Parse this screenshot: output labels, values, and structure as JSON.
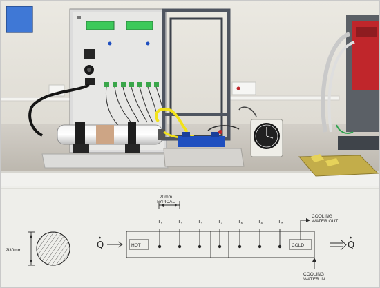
{
  "diagram": {
    "diameter_label": "Ø30mm",
    "spacing_label_top": "20mm",
    "spacing_label_bottom": "TYPICAL",
    "heat_in_symbol": "Q",
    "heat_out_symbol": "Q",
    "hot_label": "HOT",
    "cold_label": "COLD",
    "cooling_out_top": "COOLING",
    "cooling_out_bottom": "WATER OUT",
    "cooling_in_top": "COOLING",
    "cooling_in_bottom": "WATER IN",
    "sensors": [
      {
        "label": "T",
        "sub": "1"
      },
      {
        "label": "T",
        "sub": "2"
      },
      {
        "label": "T",
        "sub": "3"
      },
      {
        "label": "T",
        "sub": "4"
      },
      {
        "label": "T",
        "sub": "5"
      },
      {
        "label": "T",
        "sub": "6"
      },
      {
        "label": "T",
        "sub": "7"
      }
    ]
  },
  "colors": {
    "blue_square": "#3f78d6",
    "wall": "#e6e3db",
    "bench": "#c8c4bd",
    "cabinet": "#eeeeea",
    "yellow_tube": "#f2e21a",
    "blue_base": "#1f4fbf",
    "red_equipment": "#c0262b"
  }
}
